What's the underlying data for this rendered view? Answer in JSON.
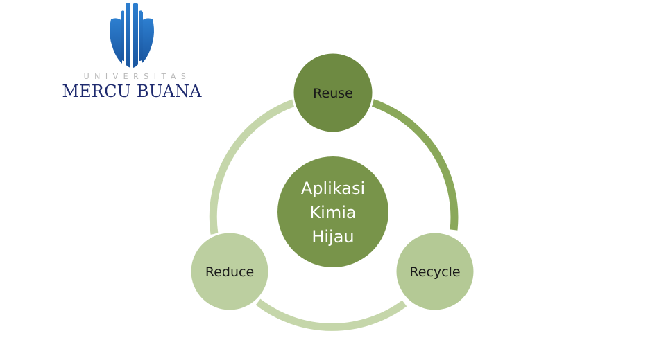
{
  "logo": {
    "subtitle": "UNIVERSITAS",
    "name": "MERCU BUANA",
    "colors": {
      "mark": "#1f6ab8",
      "name": "#1e2a6e"
    }
  },
  "diagram": {
    "center": {
      "lines": [
        "Aplikasi",
        "Kimia",
        "Hijau"
      ]
    },
    "nodes": [
      {
        "label": "Reuse"
      },
      {
        "label": "Recycle"
      },
      {
        "label": "Reduce"
      }
    ],
    "colors": {
      "center_fill": "#78944a",
      "reuse_fill": "#6e8a42",
      "recycle_fill": "#b4c995",
      "reduce_fill": "#bccfa0",
      "arc_dark": "#8aa85a",
      "arc_light": "#c5d6aa",
      "node_stroke": "#ffffff"
    }
  }
}
